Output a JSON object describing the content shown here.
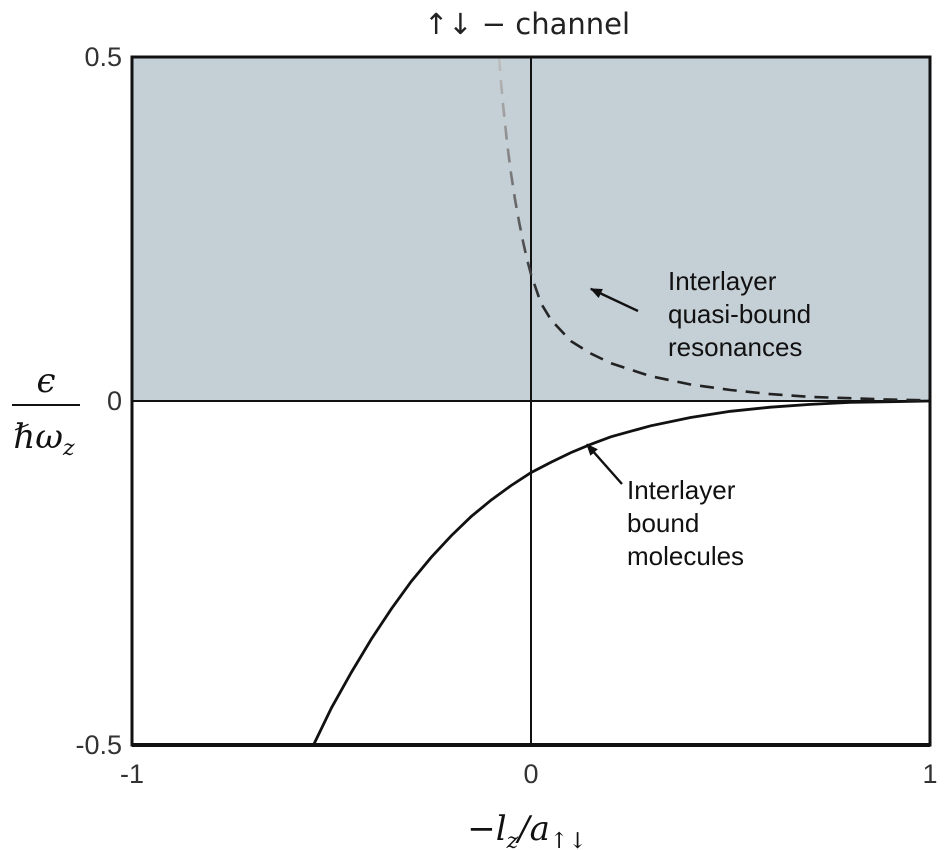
{
  "chart_data": {
    "type": "line",
    "title": "↑↓ − channel",
    "xlabel": {
      "main": "−l",
      "sub1": "z",
      "mid": "/a",
      "sub2": "↑↓"
    },
    "ylabel": {
      "numerator": "ϵ",
      "denominator": "ℏω",
      "den_sub": "z"
    },
    "xlim": [
      -1,
      1
    ],
    "ylim": [
      -0.5,
      0.5
    ],
    "x_ticks": [
      {
        "value": -1,
        "label": "-1"
      },
      {
        "value": 0,
        "label": "0"
      },
      {
        "value": 1,
        "label": "1"
      }
    ],
    "y_ticks": [
      {
        "value": -0.5,
        "label": "-0.5"
      },
      {
        "value": 0,
        "label": "0"
      },
      {
        "value": 0.5,
        "label": "0.5"
      }
    ],
    "shaded_region": {
      "y_from": 0,
      "y_to": 0.5,
      "color": "#c5cfd6"
    },
    "series": [
      {
        "name": "Interlayer bound molecules",
        "style": "solid",
        "color": "#111111",
        "x": [
          -0.545,
          -0.5,
          -0.45,
          -0.4,
          -0.35,
          -0.3,
          -0.25,
          -0.2,
          -0.15,
          -0.1,
          -0.05,
          0,
          0.05,
          0.1,
          0.15,
          0.2,
          0.3,
          0.4,
          0.5,
          0.6,
          0.7,
          0.8,
          0.9,
          1.0
        ],
        "y": [
          -0.5,
          -0.446,
          -0.394,
          -0.346,
          -0.302,
          -0.262,
          -0.227,
          -0.196,
          -0.168,
          -0.144,
          -0.123,
          -0.104,
          -0.089,
          -0.075,
          -0.063,
          -0.052,
          -0.036,
          -0.024,
          -0.015,
          -0.009,
          -0.005,
          -0.002,
          -0.001,
          0
        ]
      },
      {
        "name": "Interlayer quasi-bound resonances",
        "style": "dashed",
        "color": "#222222",
        "fade_color": "#c0c0c0",
        "x": [
          -0.08,
          -0.075,
          -0.07,
          -0.06,
          -0.05,
          -0.04,
          -0.03,
          -0.02,
          -0.01,
          0,
          0.025,
          0.05,
          0.1,
          0.15,
          0.2,
          0.3,
          0.4,
          0.5,
          0.6,
          0.7,
          0.8,
          0.9,
          1.0
        ],
        "y": [
          0.5,
          0.462,
          0.43,
          0.375,
          0.331,
          0.293,
          0.261,
          0.232,
          0.206,
          0.184,
          0.142,
          0.118,
          0.087,
          0.069,
          0.055,
          0.036,
          0.024,
          0.016,
          0.01,
          0.006,
          0.004,
          0.002,
          0.001
        ]
      }
    ],
    "annotations": [
      {
        "lines": [
          "Interlayer",
          "quasi-bound",
          "resonances"
        ],
        "arrow_to": {
          "x": 0.15,
          "y": 0.163
        }
      },
      {
        "lines": [
          "Interlayer",
          "bound",
          "molecules"
        ],
        "arrow_to": {
          "x": 0.14,
          "y": -0.063
        }
      }
    ]
  }
}
